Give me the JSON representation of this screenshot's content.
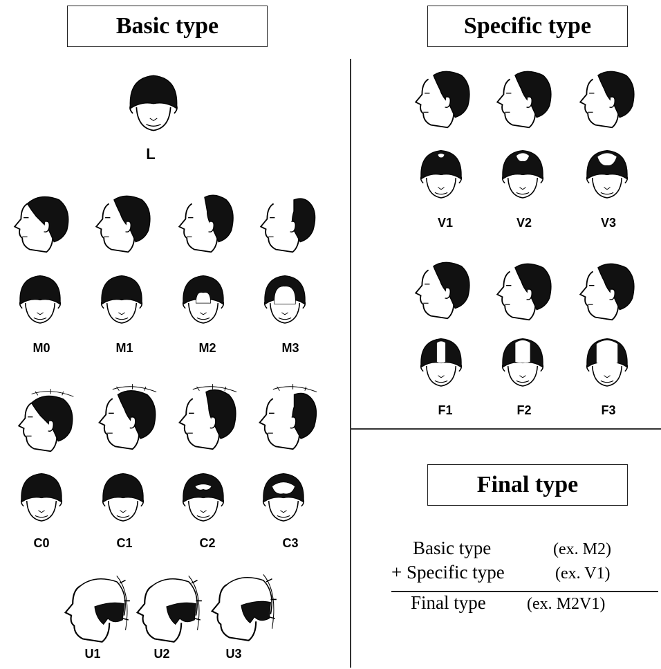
{
  "sections": {
    "basic_title": "Basic type",
    "specific_title": "Specific type",
    "final_title": "Final type"
  },
  "labels": {
    "L": "L",
    "M0": "M0",
    "M1": "M1",
    "M2": "M2",
    "M3": "M3",
    "C0": "C0",
    "C1": "C1",
    "C2": "C2",
    "C3": "C3",
    "U1": "U1",
    "U2": "U2",
    "U3": "U3",
    "V1": "V1",
    "V2": "V2",
    "V3": "V3",
    "F1": "F1",
    "F2": "F2",
    "F3": "F3"
  },
  "formula": {
    "line1": "Basic type",
    "line1_ex": "(ex. M2)",
    "line2": "+ Specific type",
    "line2_ex": "(ex. V1)",
    "line3": "Final type",
    "line3_ex": "(ex. M2V1)"
  }
}
